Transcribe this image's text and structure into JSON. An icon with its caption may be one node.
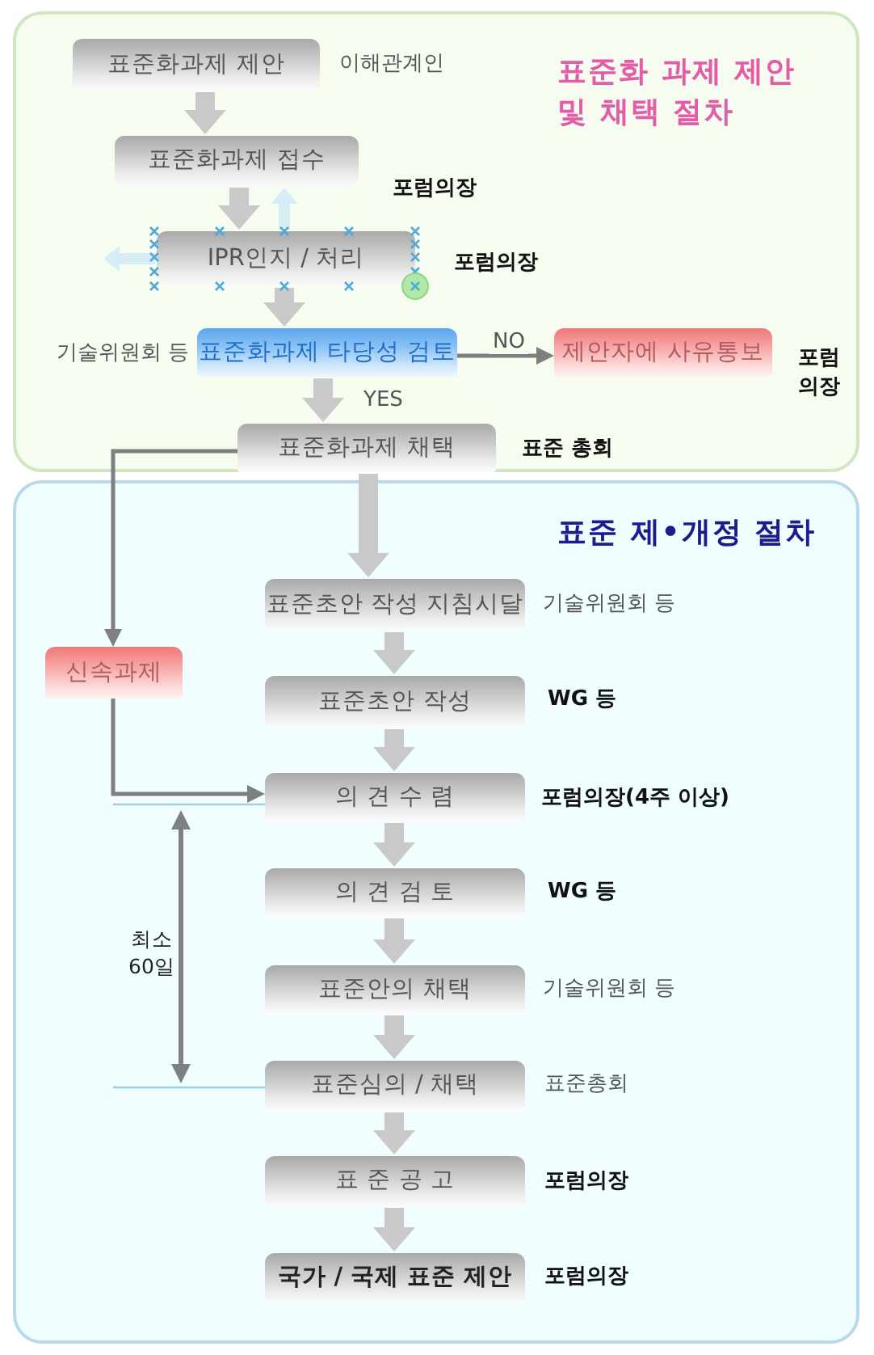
{
  "diagram": {
    "nodes": [
      {
        "text": [
          "표준화 과제 제안 및 채택 절차"
        ]
      },
      {
        "text": [
          "표준화과제 제안"
        ],
        "in": 0,
        "beside": [
          "이해관계인"
        ]
      },
      {
        "text": [
          "표준화과제 접수"
        ],
        "in": 0,
        "beside": [
          "포럼의장"
        ]
      },
      {
        "text": [
          "IPR인지 / 처리"
        ],
        "in": 0,
        "beside": [
          "포럼의장"
        ]
      },
      {
        "text": [
          "표준화과제 타당성 검토"
        ],
        "in": 0,
        "beside": [
          "기술위원회 등"
        ]
      },
      {
        "text": [
          "제안자에 사유통보"
        ],
        "in": 0,
        "beside": [
          "포럼의장"
        ]
      },
      {
        "text": [
          "표준화과제 채택"
        ],
        "in": 0,
        "beside": [
          "표준 총회"
        ]
      },
      {
        "text": [
          "표준 제•개정 절차"
        ]
      },
      {
        "text": [
          "신속과제"
        ],
        "in": 7
      },
      {
        "text": [
          "표준초안 작성 지침시달"
        ],
        "in": 7,
        "beside": [
          "기술위원회 등"
        ]
      },
      {
        "text": [
          "표준초안 작성"
        ],
        "in": 7,
        "beside": [
          "WG 등"
        ]
      },
      {
        "text": [
          "의 견 수 렴"
        ],
        "in": 7,
        "beside": [
          "포럼의장(4주 이상)"
        ]
      },
      {
        "text": [
          "의 견 검 토"
        ],
        "in": 7,
        "beside": [
          "WG 등"
        ]
      },
      {
        "text": [
          "표준안의 채택"
        ],
        "in": 7,
        "beside": [
          "기술위원회 등"
        ]
      },
      {
        "text": [
          "표준심의 / 채택"
        ],
        "in": 7,
        "beside": [
          "표준총회"
        ]
      },
      {
        "text": [
          "표 준 공 고"
        ],
        "in": 7,
        "beside": [
          "포럼의장"
        ]
      },
      {
        "text": [
          "국가 / 국제 표준 제안"
        ],
        "in": 7,
        "beside": [
          "포럼의장"
        ]
      }
    ],
    "edges": [
      {
        "from": 1,
        "to": 2,
        "arrow": "to"
      },
      {
        "from": 2,
        "to": 3,
        "arrow": "to"
      },
      {
        "from": 3,
        "to": 4,
        "arrow": "to"
      },
      {
        "from": 4,
        "to": 5,
        "arrow": "to",
        "label": "NO",
        "color": "#7f7f7f"
      },
      {
        "from": 4,
        "to": 6,
        "arrow": "to",
        "label": "YES"
      },
      {
        "from": 6,
        "to": 9,
        "arrow": "to"
      },
      {
        "from": 6,
        "to": 8,
        "arrow": "to",
        "color": "#7f7f7f"
      },
      {
        "from": 8,
        "to": 11,
        "arrow": "to",
        "color": "#7f7f7f"
      },
      {
        "from": 9,
        "to": 10,
        "arrow": "to"
      },
      {
        "from": 10,
        "to": 11,
        "arrow": "to"
      },
      {
        "from": 11,
        "to": 12,
        "arrow": "to"
      },
      {
        "from": 12,
        "to": 13,
        "arrow": "to"
      },
      {
        "from": 13,
        "to": 14,
        "arrow": "to"
      },
      {
        "from": 14,
        "to": 15,
        "arrow": "to"
      },
      {
        "from": 15,
        "to": 16,
        "arrow": "to"
      },
      {
        "from": 3,
        "to": 2,
        "arrow": "to",
        "color": "#d6ecf7"
      },
      {
        "from": 3,
        "to": null,
        "arrow": "to",
        "color": "#d6ecf7"
      }
    ],
    "labels": [
      "최소 60일"
    ]
  }
}
